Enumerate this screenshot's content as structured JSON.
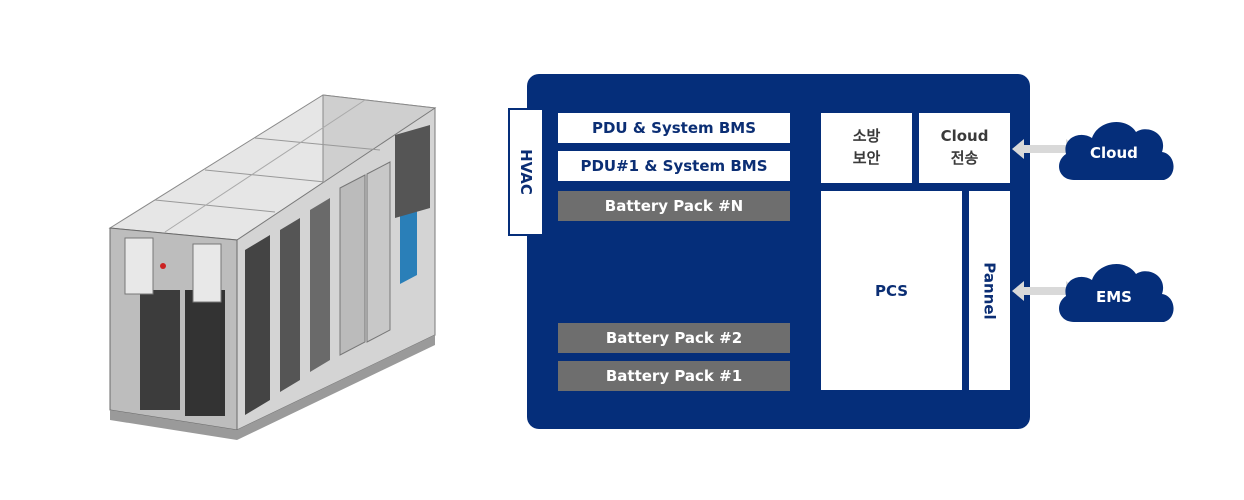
{
  "diagram": {
    "modules": {
      "hvac": "HVAC",
      "pdu_system_bms": "PDU & System BMS",
      "pdu1_system_bms": "PDU#1 & System BMS",
      "battery_pack_n": "Battery Pack #N",
      "battery_pack_2": "Battery Pack #2",
      "battery_pack_1": "Battery Pack #1",
      "fire_security_line1": "소방",
      "fire_security_line2": "보안",
      "cloud_transfer_line1": "Cloud",
      "cloud_transfer_line2": "전송",
      "pcs": "PCS",
      "pannel": "Pannel"
    },
    "external": {
      "cloud": "Cloud",
      "ems": "EMS"
    },
    "colors": {
      "navy": "#052e7a",
      "grey": "#6e6e6e",
      "arrow": "#d9d9d9"
    }
  }
}
